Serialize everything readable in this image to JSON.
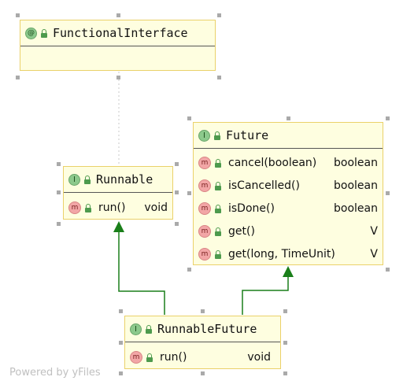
{
  "diagram": {
    "nodes": {
      "functional_interface": {
        "kind": "@",
        "name": "FunctionalInterface",
        "methods": []
      },
      "runnable": {
        "kind": "I",
        "name": "Runnable",
        "methods": [
          {
            "name": "run()",
            "type": "void"
          }
        ]
      },
      "future": {
        "kind": "I",
        "name": "Future",
        "methods": [
          {
            "name": "cancel(boolean)",
            "type": "boolean"
          },
          {
            "name": "isCancelled()",
            "type": "boolean"
          },
          {
            "name": "isDone()",
            "type": "boolean"
          },
          {
            "name": "get()",
            "type": "V"
          },
          {
            "name": "get(long, TimeUnit)",
            "type": "V"
          }
        ]
      },
      "runnable_future": {
        "kind": "I",
        "name": "RunnableFuture",
        "methods": [
          {
            "name": "run()",
            "type": "void"
          }
        ]
      }
    },
    "method_badge": "m",
    "edges": [
      {
        "from": "runnable",
        "to": "functional_interface",
        "style": "dotted"
      },
      {
        "from": "runnable_future",
        "to": "runnable",
        "style": "solid"
      },
      {
        "from": "runnable_future",
        "to": "future",
        "style": "solid"
      }
    ],
    "colors": {
      "node_fill": "#fefee0",
      "node_border": "#ead16a",
      "edge": "#1a7f1a",
      "annotation_edge": "#c8c8c8"
    }
  },
  "footer": {
    "watermark": "Powered by yFiles"
  }
}
